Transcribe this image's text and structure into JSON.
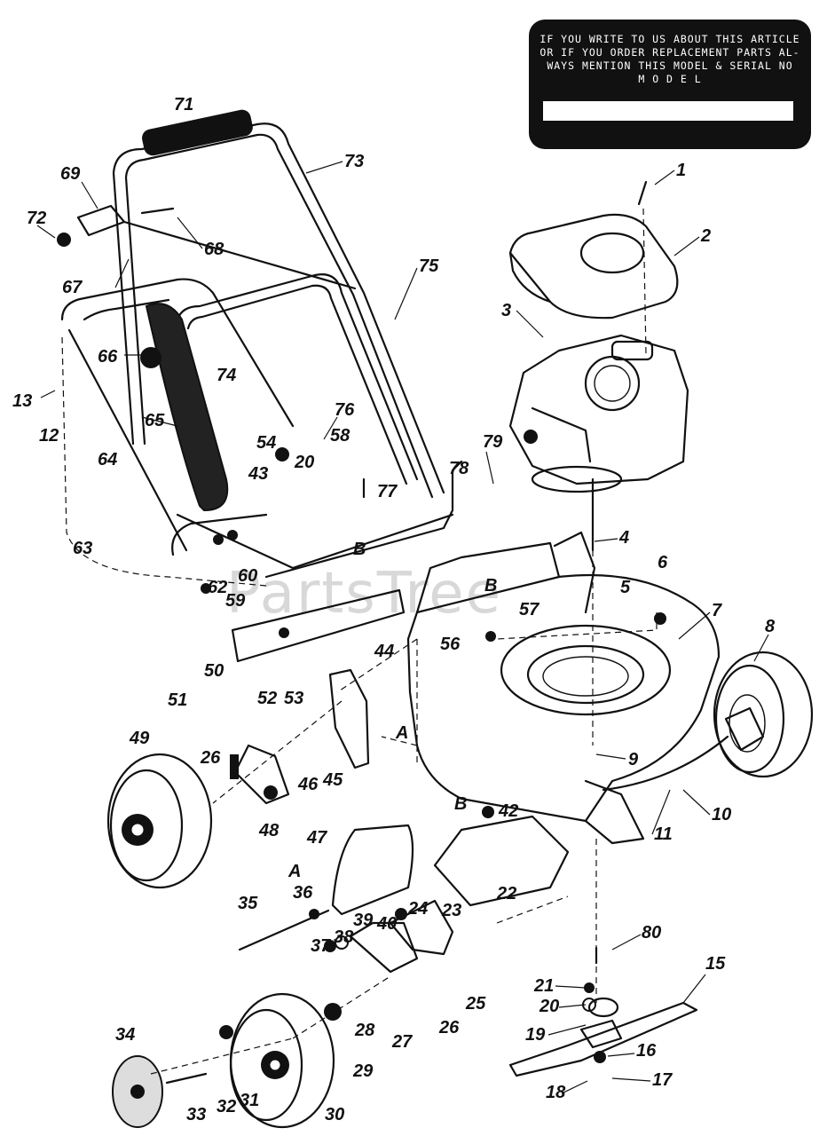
{
  "plate": {
    "lines": [
      "IF YOU WRITE TO US ABOUT THIS ARTICLE",
      "OR IF YOU ORDER REPLACEMENT PARTS AL-",
      "WAYS MENTION THIS MODEL & SERIAL NO",
      "M O D E L"
    ]
  },
  "watermark": "PartsTree",
  "letters": {
    "a1": "A",
    "a2": "A",
    "b1": "B",
    "b2": "B",
    "b3": "B"
  },
  "labels": {
    "n1": "1",
    "n2": "2",
    "n3": "3",
    "n4": "4",
    "n5": "5",
    "n6": "6",
    "n7": "7",
    "n8": "8",
    "n9": "9",
    "n10": "10",
    "n11": "11",
    "n12": "12",
    "n13": "13",
    "n15": "15",
    "n16": "16",
    "n17": "17",
    "n18": "18",
    "n19": "19",
    "n20a": "20",
    "n20b": "20",
    "n21": "21",
    "n22": "22",
    "n23": "23",
    "n24": "24",
    "n25": "25",
    "n26a": "26",
    "n26b": "26",
    "n27": "27",
    "n28": "28",
    "n29": "29",
    "n30": "30",
    "n31": "31",
    "n32": "32",
    "n33": "33",
    "n34": "34",
    "n35": "35",
    "n36": "36",
    "n37": "37",
    "n38": "38",
    "n39": "39",
    "n40": "40",
    "n42": "42",
    "n43": "43",
    "n44": "44",
    "n45": "45",
    "n46": "46",
    "n47": "47",
    "n48": "48",
    "n49": "49",
    "n50": "50",
    "n51": "51",
    "n52": "52",
    "n53": "53",
    "n54": "54",
    "n56": "56",
    "n57": "57",
    "n58": "58",
    "n59": "59",
    "n60": "60",
    "n62": "62",
    "n63": "63",
    "n64": "64",
    "n65": "65",
    "n66": "66",
    "n67": "67",
    "n68": "68",
    "n69": "69",
    "n71": "71",
    "n72": "72",
    "n73": "73",
    "n74": "74",
    "n75": "75",
    "n76": "76",
    "n77": "77",
    "n78": "78",
    "n79": "79",
    "n80": "80"
  }
}
